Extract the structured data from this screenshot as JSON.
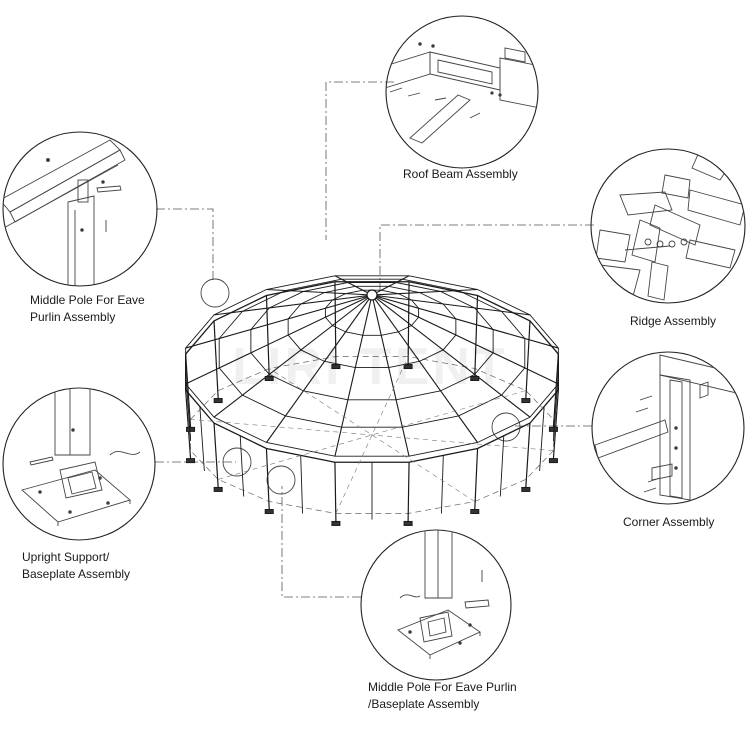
{
  "labels": {
    "roof_beam": "Roof Beam Assembly",
    "eave_line1": "Middle Pole For Eave",
    "eave_line2": "Purlin Assembly",
    "ridge": "Ridge Assembly",
    "corner": "Corner Assembly",
    "upright_line1": "Upright Support/",
    "upright_line2": "Baseplate Assembly",
    "mid_line1": "Middle Pole For Eave Purlin",
    "mid_line2": "/Baseplate Assembly"
  },
  "watermark": "LIRI TENT",
  "colors": {
    "line": "#1a1a1a",
    "detail_line": "#444444",
    "leader": "#555555"
  }
}
